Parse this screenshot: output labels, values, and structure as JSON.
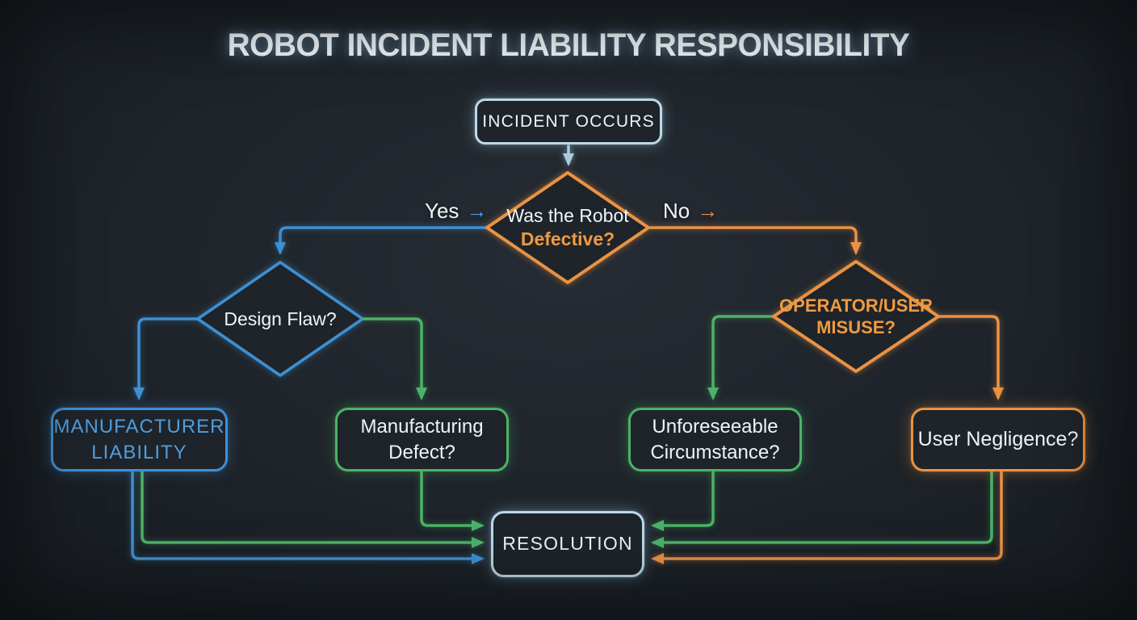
{
  "title": "ROBOT INCIDENT LIABILITY RESPONSIBILITY",
  "colors": {
    "background": "#1e242a",
    "blue": "#3f8fd2",
    "green": "#4cb268",
    "orange": "#ea9244",
    "pale_blue": "#bed8e6",
    "text_white": "#f0f5f8"
  },
  "nodes": {
    "incident": {
      "label": "INCIDENT OCCURS"
    },
    "defective": {
      "line1": "Was the Robot",
      "line2": "Defective?"
    },
    "design_flaw": {
      "label": "Design Flaw?"
    },
    "misuse": {
      "line1": "OPERATOR/USER",
      "line2": "MISUSE?"
    },
    "manufacturer_liability": {
      "line1": "MANUFACTURER",
      "line2": "LIABILITY"
    },
    "manufacturing_defect": {
      "line1": "Manufacturing",
      "line2": "Defect?"
    },
    "unforeseeable": {
      "line1": "Unforeseeable",
      "line2": "Circumstance?"
    },
    "user_negligence": {
      "label": "User Negligence?"
    },
    "resolution": {
      "label": "RESOLUTION"
    }
  },
  "edges": {
    "yes_label": "Yes",
    "no_label": "No",
    "arrow_glyph": "→"
  }
}
